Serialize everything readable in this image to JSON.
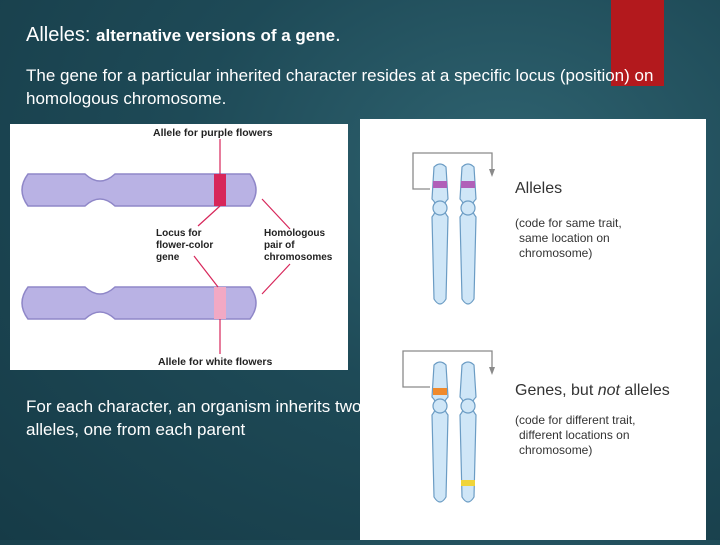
{
  "slide": {
    "title_main": "Alleles:",
    "title_sub": "alternative versions of a gene",
    "title_period": ".",
    "paragraph": "The gene for a particular inherited character resides at a specific locus (position) on homologous chromosome.",
    "bottom_text": "For each character, an organism inherits two alleles, one from each parent"
  },
  "figure_left": {
    "label_top": "Allele for purple flowers",
    "locus_line1": "Locus for",
    "locus_line2": "flower-color",
    "locus_line3": "gene",
    "homologous_line1": "Homologous",
    "homologous_line2": "pair of",
    "homologous_line3": "chromosomes",
    "label_bottom": "Allele for white flowers"
  },
  "figure_right": {
    "alleles_title": "Alleles",
    "alleles_desc1": "(code for same trait,",
    "alleles_desc2": "same location on",
    "alleles_desc3": "chromosome)",
    "genes_title_a": "Genes, but ",
    "genes_title_b": "not",
    "genes_title_c": " alleles",
    "genes_desc1": "(code for different trait,",
    "genes_desc2": "different locations on",
    "genes_desc3": "chromosome)"
  },
  "colors": {
    "accent": "#b3191d",
    "chromosome_purple": "#b9b2e4",
    "band_red": "#d7265a",
    "band_pink": "#f2a9c4",
    "chromatid_blue": "#cfe6f7",
    "band_orange": "#f08a2c",
    "band_yellow": "#f0d43a"
  }
}
